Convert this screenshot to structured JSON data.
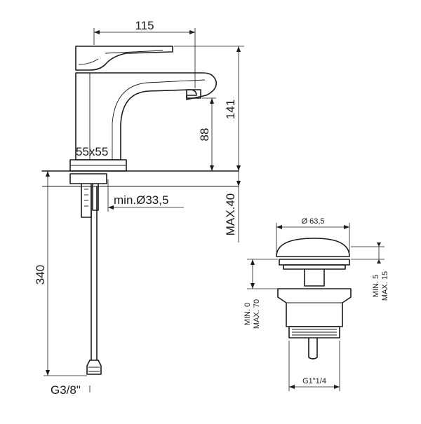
{
  "faucet": {
    "dim_width": "115",
    "dim_total_height": "141",
    "dim_spout_height": "88",
    "dim_base": "55x55",
    "dim_hole": "min.Ø33,5",
    "dim_deck": "MAX.40",
    "dim_hose": "340",
    "dim_thread": "G3/8\""
  },
  "waste": {
    "dim_cap": "Ø 63,5",
    "dim_lift_min": "MIN. 5",
    "dim_lift_max": "MAX. 15",
    "dim_body_min": "MIN. 0",
    "dim_body_max": "MAX. 70",
    "dim_thread": "G1\"1/4"
  }
}
